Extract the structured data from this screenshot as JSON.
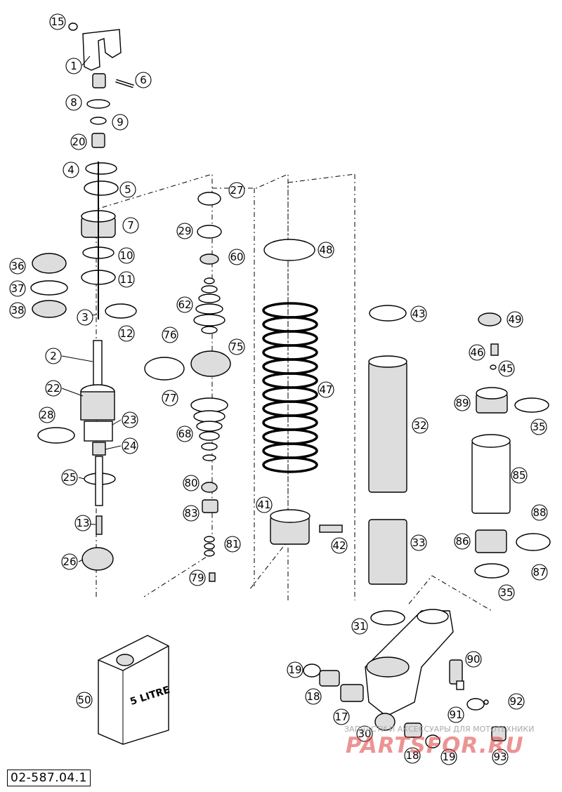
{
  "diagram": {
    "reference_code": "02-587.04.1",
    "can_label": "5 LITRE",
    "watermark": {
      "caption": "ЗАПЧАСТИ И АКСЕССУАРЫ ДЛЯ МОТОТЕХНИКИ",
      "logo": "PARTSFOR.RU"
    },
    "callouts": [
      "1",
      "2",
      "3",
      "4",
      "5",
      "6",
      "7",
      "8",
      "9",
      "10",
      "11",
      "12",
      "13",
      "15",
      "17",
      "18",
      "19",
      "20",
      "22",
      "23",
      "24",
      "25",
      "26",
      "27",
      "28",
      "29",
      "30",
      "31",
      "32",
      "33",
      "35",
      "36",
      "37",
      "38",
      "41",
      "42",
      "43",
      "45",
      "46",
      "47",
      "48",
      "49",
      "50",
      "60",
      "62",
      "68",
      "75",
      "76",
      "77",
      "79",
      "80",
      "81",
      "83",
      "85",
      "86",
      "87",
      "88",
      "89",
      "90",
      "91",
      "92",
      "93"
    ]
  }
}
